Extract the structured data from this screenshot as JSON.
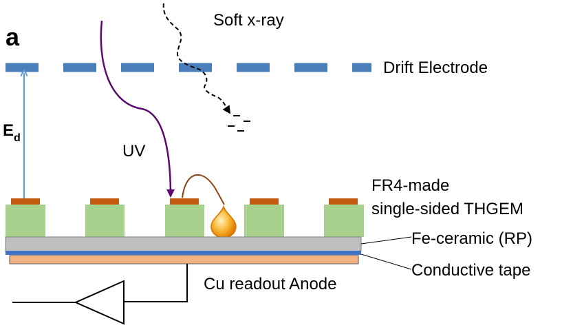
{
  "panel_label": "a",
  "labels": {
    "soft_xray": "Soft x-ray",
    "drift_electrode": "Drift Electrode",
    "field_symbol": "E",
    "field_subscript": "d",
    "uv": "UV",
    "thgem_line1": "FR4-made",
    "thgem_line2": "single-sided THGEM",
    "resistive_plate": "Fe-ceramic (RP)",
    "conductive_tape": "Conductive tape",
    "anode": "Cu readout Anode"
  },
  "colors": {
    "drift_electrode": "#4a7ebb",
    "field_arrow": "#5b9bd5",
    "uv_path": "#5c0a6e",
    "photoelectron_path": "#8b4513",
    "thgem_insulator": "#a9d18e",
    "thgem_electrode": "#c55a11",
    "resistive_plate": "#bfbfbf",
    "conductive_tape": "#4472c4",
    "anode": "#f4b183",
    "droplet": "#f5a623"
  }
}
